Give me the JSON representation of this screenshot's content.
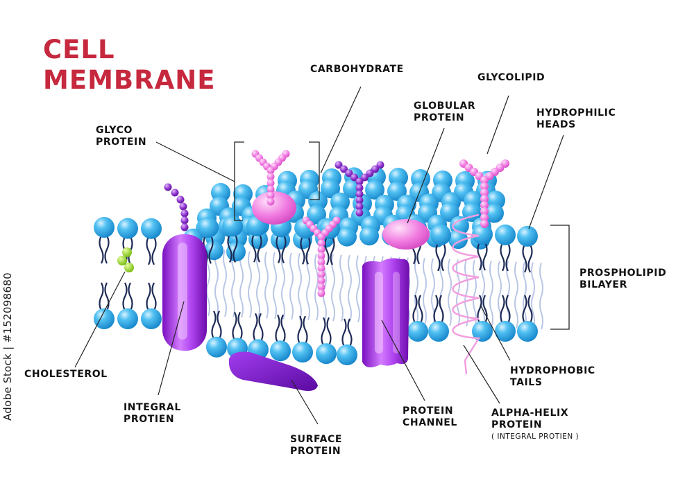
{
  "title": {
    "line1": "CELL",
    "line2": "MEMBRANE"
  },
  "labels": {
    "carbohydrate": "CARBOHYDRATE",
    "glycolipid": "GLYCOLIPID",
    "glyco_protein": [
      "GLYCO",
      "PROTEIN"
    ],
    "globular_protein": [
      "GLOBULAR",
      "PROTEIN"
    ],
    "hydrophilic_heads": [
      "HYDROPHILIC",
      "HEADS"
    ],
    "phospholipid_bilayer": [
      "PROSPHOLIPID",
      "BILAYER"
    ],
    "cholesterol": "CHOLESTEROL",
    "integral_protein": [
      "INTEGRAL",
      "PROTIEN"
    ],
    "surface_protein": [
      "SURFACE",
      "PROTEIN"
    ],
    "protein_channel": [
      "PROTEIN",
      "CHANNEL"
    ],
    "hydrophobic_tails": [
      "HYDROPHOBIC",
      "TAILS"
    ],
    "alpha_helix_protein": [
      "ALPHA-HELIX",
      "PROTEIN"
    ],
    "alpha_helix_note": "( INTEGRAL PROTIEN )"
  },
  "watermark": "Adobe Stock | #152098680",
  "colors": {
    "title": "#c6283e",
    "head_blue": "#2aa8e6",
    "tail_navy": "#1d2a55",
    "protein_purple": "#9b1fd6",
    "carb_pink": "#f07ae0",
    "carb_purple": "#8a2fc9",
    "cholesterol_green": "#8dd10f"
  },
  "icons": [
    "cholesterol-molecule-icon",
    "alpha-helix-icon",
    "glycolipid-chain-icon"
  ]
}
